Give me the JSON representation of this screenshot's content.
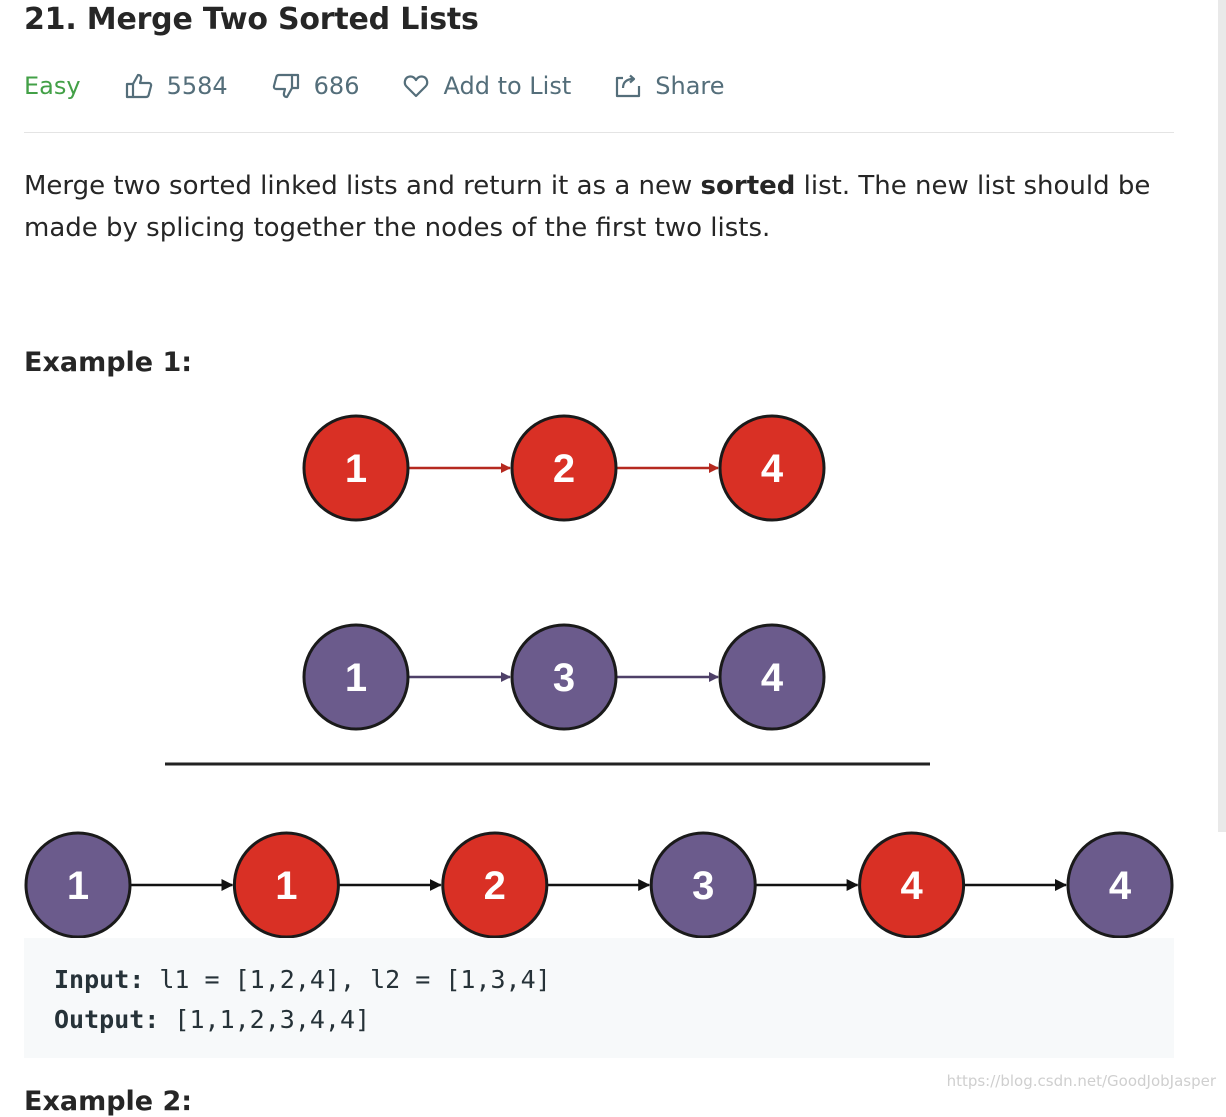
{
  "problem": {
    "title": "21. Merge Two Sorted Lists",
    "difficulty": "Easy",
    "likes": "5584",
    "dislikes": "686",
    "add_to_list_label": "Add to List",
    "share_label": "Share"
  },
  "description": {
    "part1": "Merge two sorted linked lists and return it as a new ",
    "bold": "sorted",
    "part2": " list. The new list should be made by splicing together the nodes of the first two lists."
  },
  "example1": {
    "heading": "Example 1:",
    "diagram": {
      "list1": [
        "1",
        "2",
        "4"
      ],
      "list2": [
        "1",
        "3",
        "4"
      ],
      "merged": [
        {
          "value": "1",
          "source": "list2"
        },
        {
          "value": "1",
          "source": "list1"
        },
        {
          "value": "2",
          "source": "list1"
        },
        {
          "value": "3",
          "source": "list2"
        },
        {
          "value": "4",
          "source": "list1"
        },
        {
          "value": "4",
          "source": "list2"
        }
      ]
    },
    "input_label": "Input:",
    "input_value": " l1 = [1,2,4], l2 = [1,3,4]",
    "output_label": "Output:",
    "output_value": " [1,1,2,3,4,4]"
  },
  "next_heading": "Example 2:",
  "watermark": "https://blog.csdn.net/GoodJobJasper",
  "colors": {
    "list1_node": "#d93025",
    "list2_node": "#6b5b8c",
    "difficulty_easy": "#43a047",
    "meta_gray": "#546e7a"
  }
}
